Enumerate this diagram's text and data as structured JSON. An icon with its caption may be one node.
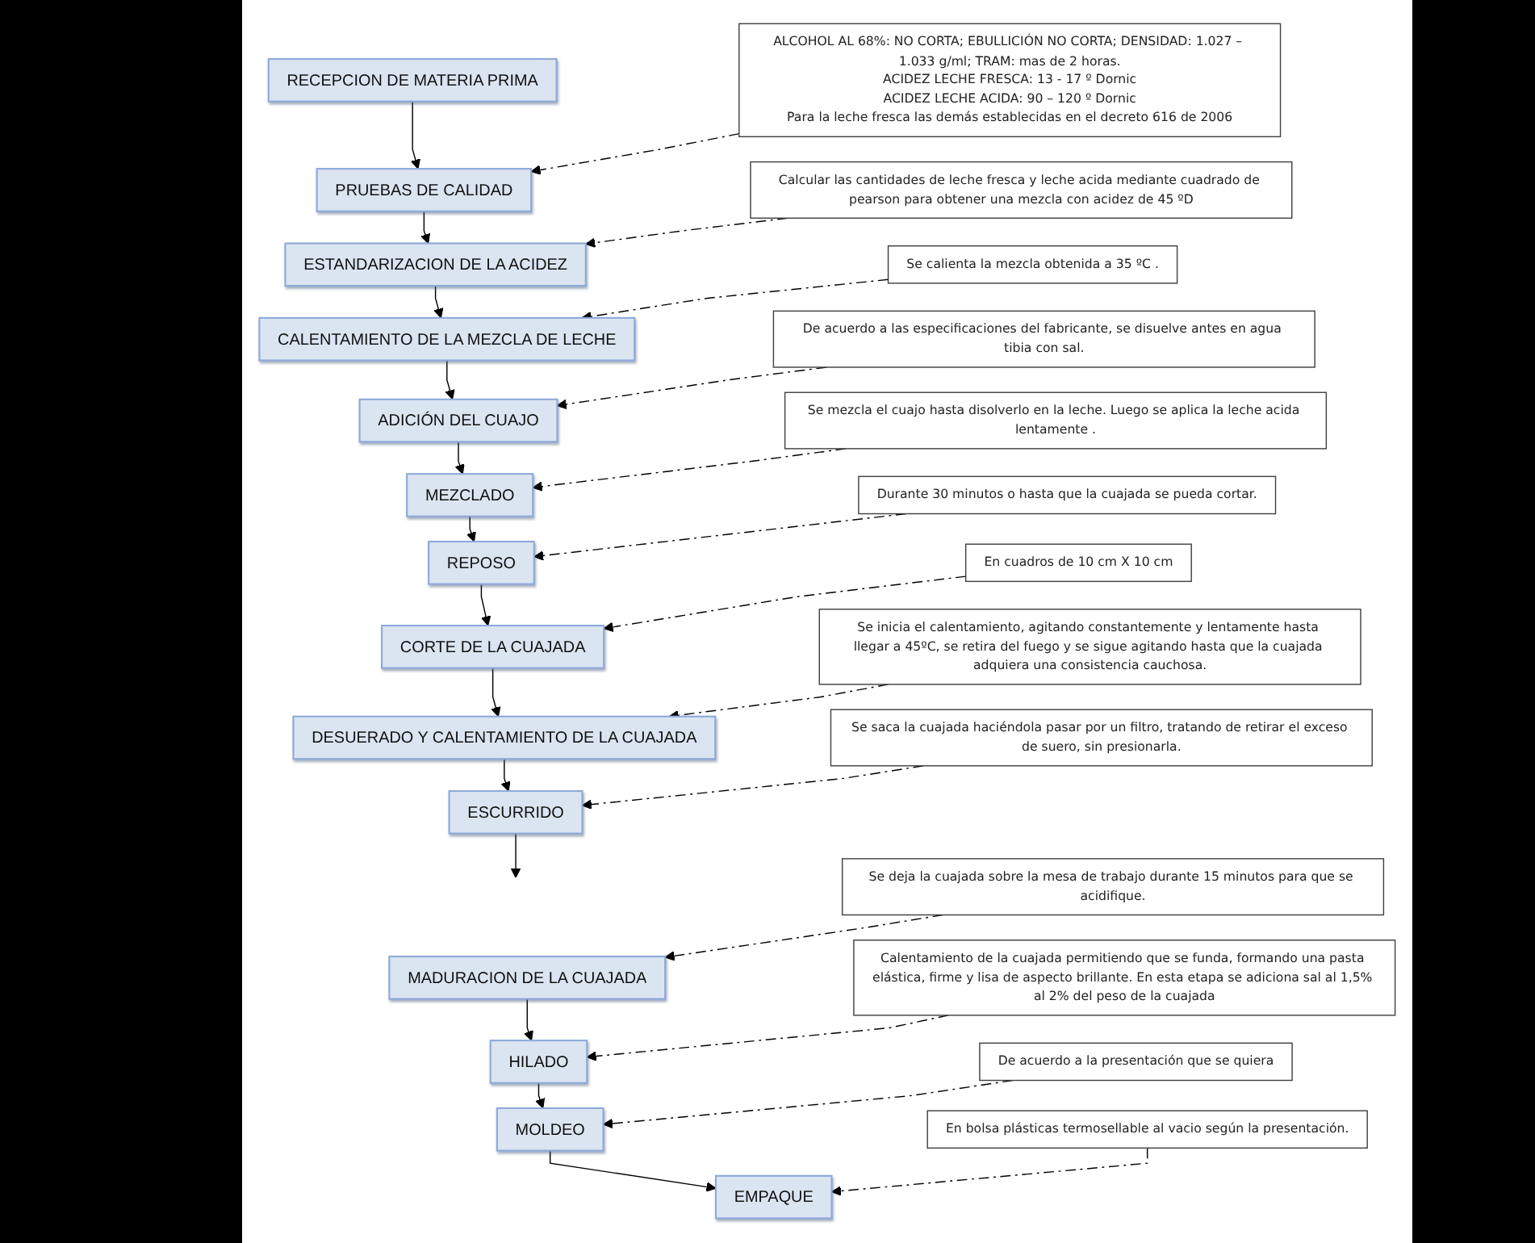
{
  "diagram": {
    "nodes": [
      {
        "text": [
          "RECEPCION DE MATERIA PRIMA"
        ]
      },
      {
        "text": [
          "PRUEBAS DE CALIDAD"
        ]
      },
      {
        "text": [
          "ALCOHOL AL 68%: NO CORTA; EBULLICIÓN NO CORTA; DENSIDAD: 1.027 – 1.033 g/ml; TRAM: mas de 2 horas.",
          "ACIDEZ LECHE FRESCA: 13 - 17 º Dornic",
          "ACIDEZ LECHE ACIDA: 90 – 120 º Dornic",
          "Para la leche fresca las demás establecidas en el decreto 616 de 2006"
        ]
      },
      {
        "text": [
          "ESTANDARIZACION DE LA ACIDEZ"
        ]
      },
      {
        "text": [
          "Calcular las cantidades de leche fresca y leche acida mediante cuadrado de pearson para obtener una mezcla con acidez de 45 ºD"
        ]
      },
      {
        "text": [
          "CALENTAMIENTO DE LA MEZCLA DE LECHE"
        ]
      },
      {
        "text": [
          "Se calienta la mezcla obtenida a 35 ºC ."
        ]
      },
      {
        "text": [
          "ADICIÓN DEL CUAJO"
        ]
      },
      {
        "text": [
          "De acuerdo a las especificaciones del fabricante, se disuelve antes en agua tibia con sal."
        ]
      },
      {
        "text": [
          "MEZCLADO"
        ]
      },
      {
        "text": [
          "Se mezcla el cuajo hasta disolverlo en la leche. Luego se aplica la leche acida lentamente ."
        ]
      },
      {
        "text": [
          "REPOSO"
        ]
      },
      {
        "text": [
          "Durante 30 minutos o hasta que la cuajada se pueda cortar."
        ]
      },
      {
        "text": [
          "CORTE DE LA CUAJADA"
        ]
      },
      {
        "text": [
          "En cuadros de 10 cm X 10 cm"
        ]
      },
      {
        "text": [
          "DESUERADO Y CALENTAMIENTO DE LA CUAJADA"
        ]
      },
      {
        "text": [
          "Se inicia el calentamiento, agitando constantemente y lentamente hasta llegar a 45ºC, se retira del fuego y se sigue agitando hasta que la cuajada adquiera una consistencia cauchosa."
        ]
      },
      {
        "text": [
          "ESCURRIDO"
        ]
      },
      {
        "text": [
          "Se saca la cuajada haciéndola pasar por un filtro, tratando de retirar el exceso de suero, sin presionarla."
        ]
      },
      {
        "text": [
          "MADURACION DE LA CUAJADA"
        ]
      },
      {
        "text": [
          "Se deja la cuajada sobre la mesa de trabajo durante 15 minutos para que se acidifique."
        ]
      },
      {
        "text": [
          "HILADO"
        ]
      },
      {
        "text": [
          "Calentamiento de la cuajada permitiendo que se funda, formando una pasta elástica, firme y lisa de aspecto brillante. En esta etapa se adiciona sal al 1,5% al 2% del peso de la cuajada"
        ]
      },
      {
        "text": [
          "MOLDEO"
        ]
      },
      {
        "text": [
          "De acuerdo a la presentación que se quiera"
        ]
      },
      {
        "text": [
          "EMPAQUE"
        ]
      },
      {
        "text": [
          "En bolsa plásticas termosellable al vacio según la presentación."
        ]
      }
    ],
    "edges": [
      {
        "from": 0,
        "to": 1,
        "arrow": "to"
      },
      {
        "from": 2,
        "to": 1,
        "arrow": "to",
        "style": "dashed"
      },
      {
        "from": 1,
        "to": 3,
        "arrow": "to"
      },
      {
        "from": 4,
        "to": 3,
        "arrow": "to",
        "style": "dashed"
      },
      {
        "from": 3,
        "to": 5,
        "arrow": "to"
      },
      {
        "from": 6,
        "to": 5,
        "arrow": "to",
        "style": "dashed"
      },
      {
        "from": 5,
        "to": 7,
        "arrow": "to"
      },
      {
        "from": 8,
        "to": 7,
        "arrow": "to",
        "style": "dashed"
      },
      {
        "from": 7,
        "to": 9,
        "arrow": "to"
      },
      {
        "from": 10,
        "to": 9,
        "arrow": "to",
        "style": "dashed"
      },
      {
        "from": 9,
        "to": 11,
        "arrow": "to"
      },
      {
        "from": 12,
        "to": 11,
        "arrow": "to",
        "style": "dashed"
      },
      {
        "from": 11,
        "to": 13,
        "arrow": "to"
      },
      {
        "from": 14,
        "to": 13,
        "arrow": "to",
        "style": "dashed"
      },
      {
        "from": 13,
        "to": 15,
        "arrow": "to"
      },
      {
        "from": 16,
        "to": 15,
        "arrow": "to",
        "style": "dashed"
      },
      {
        "from": 15,
        "to": 17,
        "arrow": "to"
      },
      {
        "from": 18,
        "to": 17,
        "arrow": "to",
        "style": "dashed"
      },
      {
        "from": 17,
        "to": null,
        "arrow": "to"
      },
      {
        "from": 20,
        "to": 19,
        "arrow": "to",
        "style": "dashed"
      },
      {
        "from": 19,
        "to": 21,
        "arrow": "to"
      },
      {
        "from": 22,
        "to": 21,
        "arrow": "to",
        "style": "dashed"
      },
      {
        "from": 21,
        "to": 23,
        "arrow": "to"
      },
      {
        "from": 24,
        "to": 23,
        "arrow": "to",
        "style": "dashed"
      },
      {
        "from": 23,
        "to": 25,
        "arrow": "to"
      },
      {
        "from": 26,
        "to": 25,
        "arrow": "to",
        "style": "dashed"
      }
    ]
  }
}
